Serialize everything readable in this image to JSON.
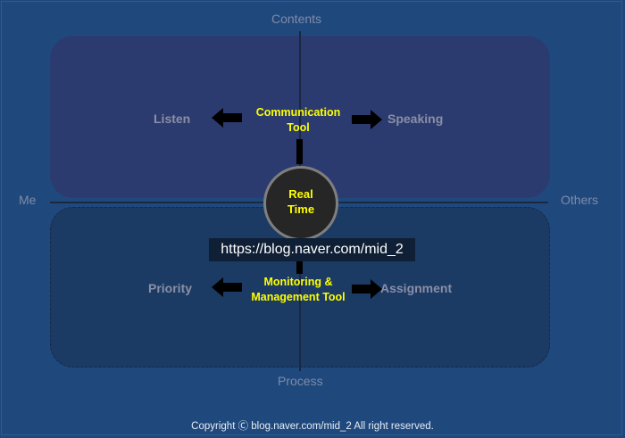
{
  "axes": {
    "top": "Contents",
    "bottom": "Process",
    "left": "Me",
    "right": "Others"
  },
  "quadrants": {
    "top_left": "Listen",
    "top_right": "Speaking",
    "bottom_left": "Priority",
    "bottom_right": "Assignment"
  },
  "tools": {
    "top": {
      "line1": "Communication",
      "line2": "Tool"
    },
    "bottom": {
      "line1": "Monitoring &",
      "line2": "Management Tool"
    }
  },
  "center": {
    "line1": "Real",
    "line2": "Time"
  },
  "watermark": "https://blog.naver.com/mid_2",
  "copyright": "Copyright Ⓒ blog.naver.com/mid_2   All right reserved.",
  "colors": {
    "background": "#1f497d",
    "top_panel": "#2c3b6f",
    "bottom_panel": "#1b3a64",
    "highlight_text": "#ffff00",
    "center_fill": "#262626",
    "center_ring": "#7f7f7f"
  },
  "icons": [
    "arrow-left-icon",
    "arrow-right-icon"
  ]
}
